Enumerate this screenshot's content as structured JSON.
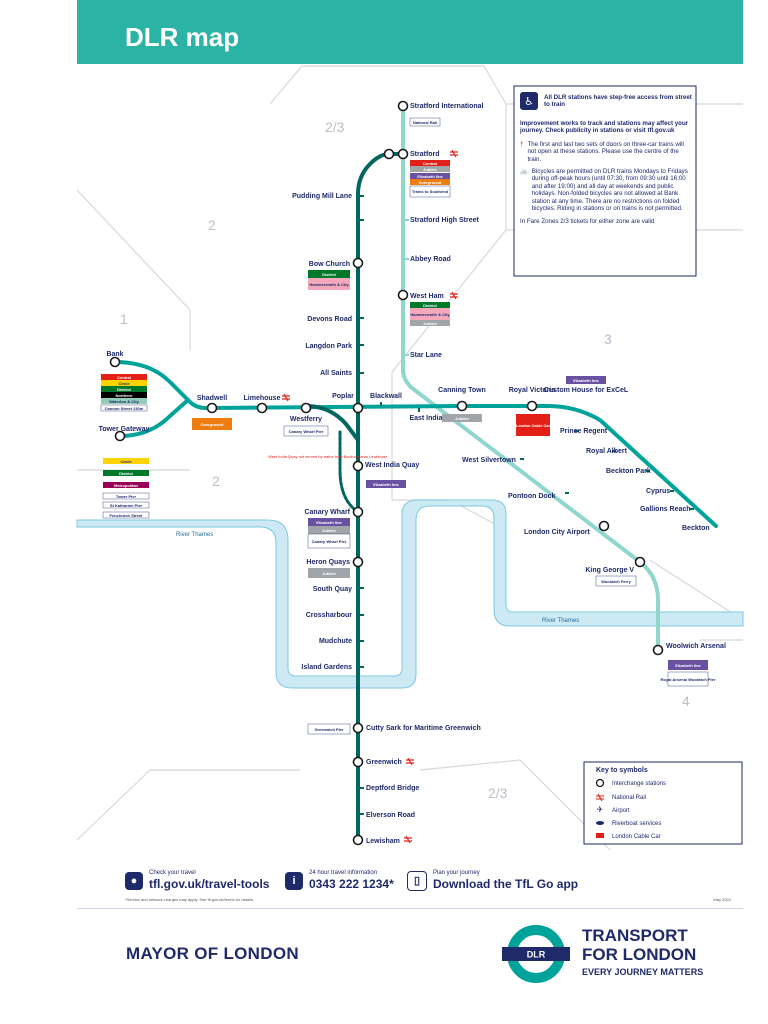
{
  "header": {
    "title": "DLR map"
  },
  "zones": {
    "z1": "1",
    "z2a": "2",
    "z2b": "2",
    "z23a": "2/3",
    "z23b": "2/3",
    "z3": "3",
    "z4": "4"
  },
  "river": {
    "label_left": "River Thames",
    "label_right": "River Thames"
  },
  "colors": {
    "dlr": "#00a39a",
    "dlr_dark": "#00665e",
    "dlr_light": "#8fd6cc",
    "river": "#cde9f3",
    "river_edge": "#7ec8e3",
    "navy": "#1f2a6b",
    "red": "#e32017"
  },
  "stations": {
    "stratford_international": "Stratford International",
    "stratford": "Stratford",
    "stratford_high_street": "Stratford High Street",
    "abbey_road": "Abbey Road",
    "west_ham": "West Ham",
    "star_lane": "Star Lane",
    "pudding_mill_lane": "Pudding Mill Lane",
    "bow_church": "Bow Church",
    "devons_road": "Devons Road",
    "langdon_park": "Langdon Park",
    "all_saints": "All Saints",
    "bank": "Bank",
    "tower_gateway": "Tower Gateway",
    "shadwell": "Shadwell",
    "limehouse": "Limehouse",
    "westferry": "Westferry",
    "poplar": "Poplar",
    "blackwall": "Blackwall",
    "east_india": "East India",
    "canning_town": "Canning Town",
    "royal_victoria": "Royal Victoria",
    "custom_house": "Custom House for ExCeL",
    "prince_regent": "Prince Regent",
    "royal_albert": "Royal Albert",
    "beckton_park": "Beckton Park",
    "cyprus": "Cyprus",
    "gallions_reach": "Gallions Reach",
    "beckton": "Beckton",
    "west_silvertown": "West Silvertown",
    "pontoon_dock": "Pontoon Dock",
    "london_city_airport": "London City Airport",
    "king_george_v": "King George V",
    "woolwich_arsenal": "Woolwich Arsenal",
    "west_india_quay": "West India Quay",
    "canary_wharf": "Canary Wharf",
    "heron_quays": "Heron Quays",
    "south_quay": "South Quay",
    "crossharbour": "Crossharbour",
    "mudchute": "Mudchute",
    "island_gardens": "Island Gardens",
    "cutty_sark": "Cutty Sark for Maritime Greenwich",
    "greenwich": "Greenwich",
    "deptford_bridge": "Deptford Bridge",
    "elverson_road": "Elverson Road",
    "lewisham": "Lewisham"
  },
  "connections": {
    "bank": [
      "Central",
      "Circle",
      "District",
      "Northern",
      "Waterloo & City"
    ],
    "bank_pier": "Cannon Street 230m",
    "tower_gateway": [
      "Circle",
      "District",
      "Metropolitan",
      "Tower Pier",
      "St Katharine Pier",
      "Fenchurch Street"
    ],
    "stratford": [
      "Central",
      "Jubilee",
      "Elizabeth line",
      "Overground",
      "Trains to Southend"
    ],
    "stratford_international": "National Rail",
    "west_ham": [
      "District",
      "Hammersmith & City",
      "Jubilee"
    ],
    "bow_church": [
      "District",
      "Hammersmith & City"
    ],
    "shadwell": "Overground",
    "westferry": "Canary Wharf Pier",
    "west_india_quay": "Elizabeth line",
    "canary_wharf": [
      "Elizabeth line",
      "Jubilee",
      "Canary Wharf Pier"
    ],
    "heron_quays": [
      "Jubilee"
    ],
    "canning_town": "Jubilee",
    "royal_victoria": "London Cable Car",
    "custom_house": "Elizabeth line",
    "king_george_v": "Woolwich Ferry",
    "woolwich_arsenal": [
      "Elizabeth line",
      "Royal Arsenal Woolwich Pier"
    ],
    "cutty_sark": "Greenwich Pier"
  },
  "wiq_note": "West India Quay not served by trains from Bank towards Lewisham",
  "info_box": {
    "p1": "All DLR stations have step-free access from street to train",
    "p2": "Improvement works to track and stations may affect your journey. Check publicity in stations or visit tfl.gov.uk",
    "p3": "The first and last two sets of doors on three-car trains will not open at these stations. Please use the centre of the train.",
    "p4": "Bicycles are permitted on DLR trains Mondays to Fridays during off-peak hours (until 07:30, from 09:30 until 16:00 and after 19:00) and all day at weekends and public holidays. Non-folded bicycles are not allowed at Bank station at any time. There are no restrictions on folded bicycles. Riding in stations or on trains is not permitted.",
    "p5": "In Fare Zones 2/3 tickets for either zone are valid"
  },
  "key": {
    "title": "Key to symbols",
    "items": [
      "Interchange stations",
      "National Rail",
      "Airport",
      "Riverboat services",
      "London Cable Car"
    ]
  },
  "footer": {
    "check_small": "Check your travel",
    "check_big": "tfl.gov.uk/travel-tools",
    "info_small": "24 hour travel information",
    "info_big": "0343 222 1234*",
    "plan_small": "Plan your journey",
    "plan_big": "Download the TfL Go app",
    "note": "*Service and network charges may apply. See tfl.gov.uk/terms for details.",
    "date": "May 2022"
  },
  "branding": {
    "mayor": "MAYOR OF LONDON",
    "roundel": "DLR",
    "tfl_line1": "TRANSPORT",
    "tfl_line2": "FOR LONDON",
    "tagline": "EVERY JOURNEY MATTERS"
  }
}
